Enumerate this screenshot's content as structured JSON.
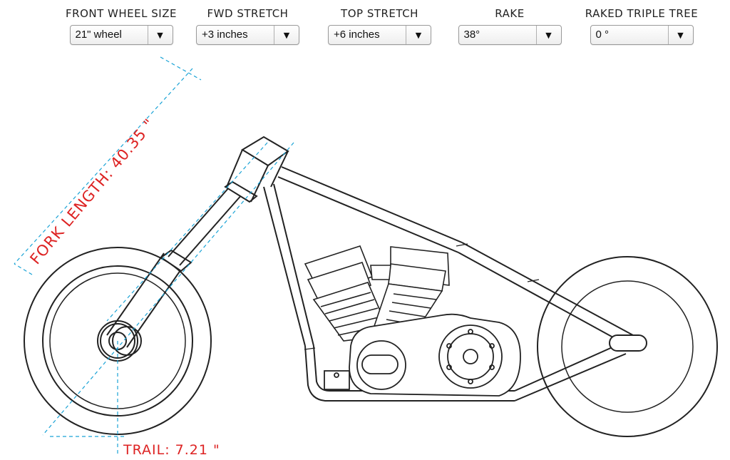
{
  "controls": [
    {
      "label": "FRONT WHEEL SIZE",
      "value": "21\" wheel"
    },
    {
      "label": "FWD STRETCH",
      "value": "+3 inches"
    },
    {
      "label": "TOP STRETCH",
      "value": "+6 inches"
    },
    {
      "label": "RAKE",
      "value": "38°"
    },
    {
      "label": "RAKED TRIPLE TREE",
      "value": "0 °"
    }
  ],
  "annotations": {
    "fork_length": "FORK LENGTH: 40.35 \"",
    "trail": "TRAIL: 7.21 \""
  },
  "colors": {
    "dimension_line": "#1aa3d6",
    "dimension_text": "#dd2222",
    "drawing_stroke": "#222222"
  },
  "icons": {
    "dropdown_arrow": "triangle-down-icon"
  }
}
